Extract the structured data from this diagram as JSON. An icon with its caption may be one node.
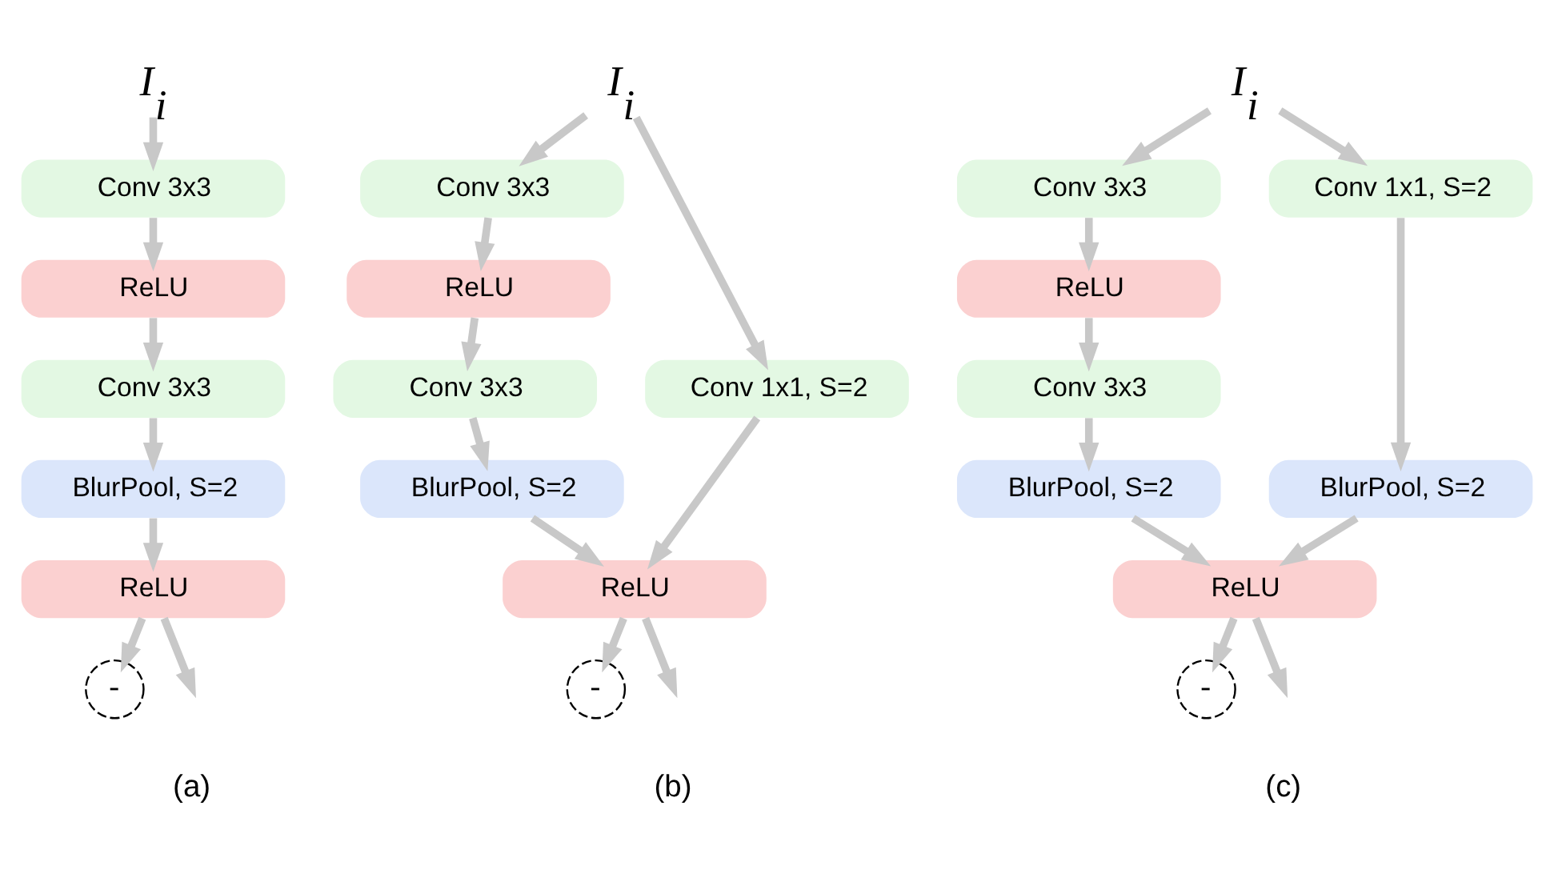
{
  "diagram": {
    "nodes": [
      {
        "text": [
          "*I*$_{i}$"
        ]
      },
      {
        "text": [
          "Conv 3x3"
        ]
      },
      {
        "text": [
          "ReLU"
        ]
      },
      {
        "text": [
          "Conv 3x3"
        ]
      },
      {
        "text": [
          "BlurPool, S=2"
        ]
      },
      {
        "text": [
          "ReLU"
        ]
      },
      {
        "text": [
          "-"
        ]
      },
      {
        "text": [
          "*I*$_{i}$"
        ]
      },
      {
        "text": [
          "Conv 3x3"
        ]
      },
      {
        "text": [
          "Conv 1x1, S=2"
        ]
      },
      {
        "text": [
          "ReLU"
        ]
      },
      {
        "text": [
          "Conv 3x3"
        ]
      },
      {
        "text": [
          "BlurPool, S=2"
        ]
      },
      {
        "text": [
          "ReLU"
        ]
      },
      {
        "text": [
          "-"
        ]
      },
      {
        "text": [
          "*I*$_{i}$"
        ]
      },
      {
        "text": [
          "Conv 3x3"
        ]
      },
      {
        "text": [
          "Conv 1x1, S=2"
        ]
      },
      {
        "text": [
          "ReLU"
        ]
      },
      {
        "text": [
          "BlurPool, S=2"
        ]
      },
      {
        "text": [
          "Conv 3x3"
        ]
      },
      {
        "text": [
          "BlurPool, S=2"
        ]
      },
      {
        "text": [
          "ReLU"
        ]
      },
      {
        "text": [
          "-"
        ]
      }
    ],
    "edges": [
      {
        "from": 0,
        "to": 1,
        "arrow": "to"
      },
      {
        "from": 1,
        "to": 2,
        "arrow": "to"
      },
      {
        "from": 2,
        "to": 3,
        "arrow": "to"
      },
      {
        "from": 3,
        "to": 4,
        "arrow": "to"
      },
      {
        "from": 4,
        "to": 5,
        "arrow": "to"
      },
      {
        "from": 5,
        "to": null,
        "arrow": "to"
      },
      {
        "from": 5,
        "to": 6,
        "arrow": "to"
      },
      {
        "from": 7,
        "to": 8,
        "arrow": "to"
      },
      {
        "from": 7,
        "to": 9,
        "arrow": "to"
      },
      {
        "from": 8,
        "to": 10,
        "arrow": "to"
      },
      {
        "from": 10,
        "to": 11,
        "arrow": "to"
      },
      {
        "from": 11,
        "to": 12,
        "arrow": "to"
      },
      {
        "from": 12,
        "to": 13,
        "arrow": "to"
      },
      {
        "from": 9,
        "to": 13,
        "arrow": "to"
      },
      {
        "from": 13,
        "to": null,
        "arrow": "to"
      },
      {
        "from": 13,
        "to": 14,
        "arrow": "to"
      },
      {
        "from": 15,
        "to": 16,
        "arrow": "to"
      },
      {
        "from": 15,
        "to": 17,
        "arrow": "to"
      },
      {
        "from": 16,
        "to": 18,
        "arrow": "to"
      },
      {
        "from": 17,
        "to": 19,
        "arrow": "to"
      },
      {
        "from": 18,
        "to": 20,
        "arrow": "to"
      },
      {
        "from": 20,
        "to": 21,
        "arrow": "to"
      },
      {
        "from": 21,
        "to": 22,
        "arrow": "to"
      },
      {
        "from": 19,
        "to": 22,
        "arrow": "to"
      },
      {
        "from": 22,
        "to": null,
        "arrow": "to"
      },
      {
        "from": 22,
        "to": 23,
        "arrow": "to"
      }
    ],
    "labels": [
      "(a)",
      "(b)",
      "(c)"
    ]
  }
}
